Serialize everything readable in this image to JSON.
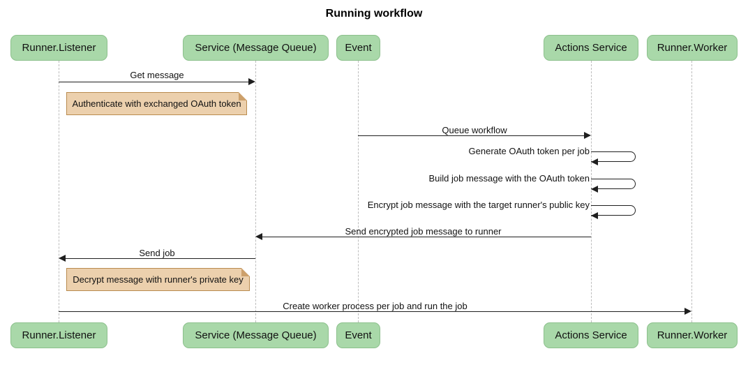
{
  "title": "Running workflow",
  "participants": [
    {
      "label": "Runner.Listener"
    },
    {
      "label": "Service (Message Queue)"
    },
    {
      "label": "Event"
    },
    {
      "label": "Actions Service"
    },
    {
      "label": "Runner.Worker"
    }
  ],
  "messages": [
    {
      "label": "Get message",
      "from": "Runner.Listener",
      "to": "Service (Message Queue)"
    },
    {
      "label": "Queue workflow",
      "from": "Event",
      "to": "Actions Service"
    },
    {
      "label": "Generate OAuth token per job",
      "from": "Actions Service",
      "to": "Actions Service"
    },
    {
      "label": "Build job message with the OAuth token",
      "from": "Actions Service",
      "to": "Actions Service"
    },
    {
      "label": "Encrypt job message with the target runner's public key",
      "from": "Actions Service",
      "to": "Actions Service"
    },
    {
      "label": "Send encrypted job message to runner",
      "from": "Actions Service",
      "to": "Service (Message Queue)"
    },
    {
      "label": "Send job",
      "from": "Service (Message Queue)",
      "to": "Runner.Listener"
    },
    {
      "label": "Create worker process per job and run the job",
      "from": "Runner.Listener",
      "to": "Runner.Worker"
    }
  ],
  "notes": [
    {
      "text": "Authenticate with exchanged OAuth token",
      "over": "Runner.Listener"
    },
    {
      "text": "Decrypt message with runner's private key",
      "over": "Runner.Listener"
    }
  ],
  "colors": {
    "participant_fill": "#a9d8a9",
    "note_fill": "#ecd0ad",
    "note_border": "#b98b4e",
    "arrow_line": "#1f1f1f",
    "lifeline": "#bcbcbc",
    "background": "#ffffff"
  }
}
